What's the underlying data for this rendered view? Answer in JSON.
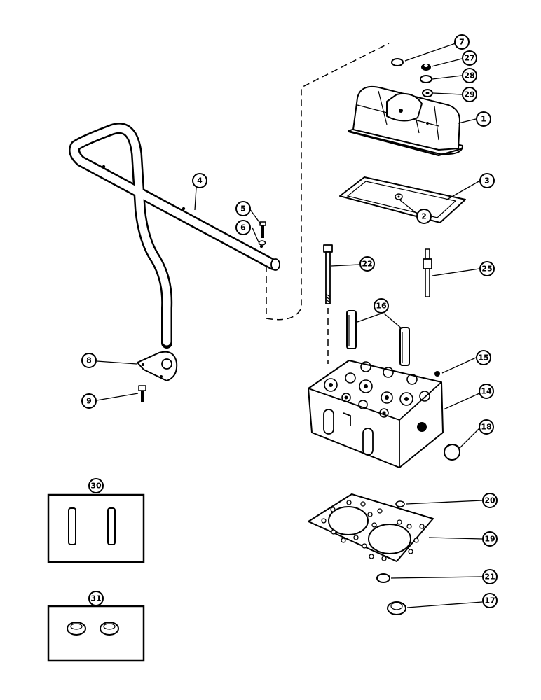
{
  "diagram": {
    "callouts": [
      {
        "id": "c7",
        "label": "7"
      },
      {
        "id": "c27",
        "label": "27"
      },
      {
        "id": "c28",
        "label": "28"
      },
      {
        "id": "c29",
        "label": "29"
      },
      {
        "id": "c1",
        "label": "1"
      },
      {
        "id": "c3",
        "label": "3"
      },
      {
        "id": "c2",
        "label": "2"
      },
      {
        "id": "c4",
        "label": "4"
      },
      {
        "id": "c5",
        "label": "5"
      },
      {
        "id": "c6",
        "label": "6"
      },
      {
        "id": "c22",
        "label": "22"
      },
      {
        "id": "c25",
        "label": "25"
      },
      {
        "id": "c16",
        "label": "16"
      },
      {
        "id": "c15",
        "label": "15"
      },
      {
        "id": "c8",
        "label": "8"
      },
      {
        "id": "c9",
        "label": "9"
      },
      {
        "id": "c14",
        "label": "14"
      },
      {
        "id": "c18",
        "label": "18"
      },
      {
        "id": "c30",
        "label": "30"
      },
      {
        "id": "c20",
        "label": "20"
      },
      {
        "id": "c19",
        "label": "19"
      },
      {
        "id": "c21",
        "label": "21"
      },
      {
        "id": "c31",
        "label": "31"
      },
      {
        "id": "c17",
        "label": "17"
      }
    ]
  }
}
